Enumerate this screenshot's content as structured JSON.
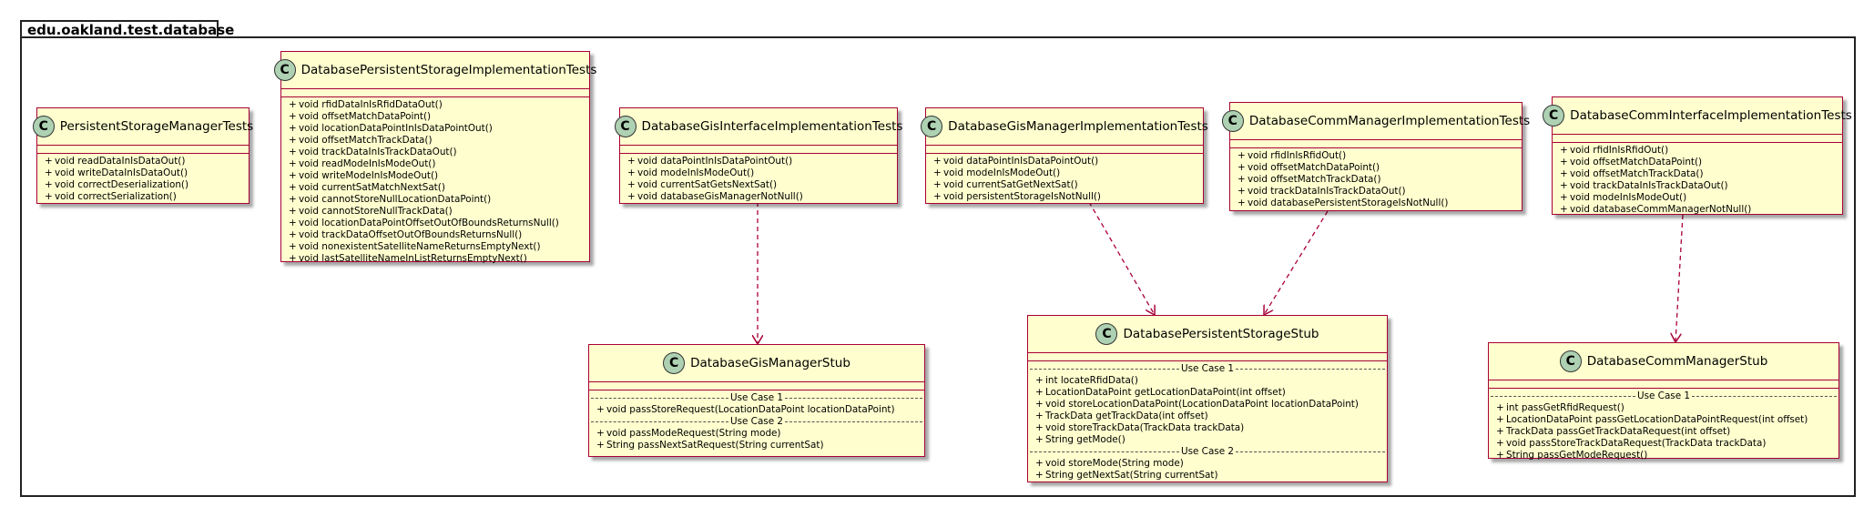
{
  "package": {
    "name": "edu.oakland.test.database"
  },
  "classes": [
    {
      "id": "psm",
      "name": "PersistentStorageManagerTests",
      "members": [
        "void readDataInIsDataOut()",
        "void writeDataInIsDataOut()",
        "void correctDeserialization()",
        "void correctSerialization()"
      ]
    },
    {
      "id": "dpsit",
      "name": "DatabasePersistentStorageImplementationTests",
      "members": [
        "void rfidDataInIsRfidDataOut()",
        "void offsetMatchDataPoint()",
        "void locationDataPointInIsDataPointOut()",
        "void offsetMatchTrackData()",
        "void trackDataInIsTrackDataOut()",
        "void readModeInIsModeOut()",
        "void writeModeInIsModeOut()",
        "void currentSatMatchNextSat()",
        "void cannotStoreNullLocationDataPoint()",
        "void cannotStoreNullTrackData()",
        "void locationDataPointOffsetOutOfBoundsReturnsNull()",
        "void trackDataOffsetOutOfBoundsReturnsNull()",
        "void nonexistentSatelliteNameReturnsEmptyNext()",
        "void lastSatelliteNameInListReturnsEmptyNext()"
      ]
    },
    {
      "id": "dgiit",
      "name": "DatabaseGisInterfaceImplementationTests",
      "members": [
        "void dataPointInIsDataPointOut()",
        "void modeInIsModeOut()",
        "void currentSatGetsNextSat()",
        "void databaseGisManagerNotNull()"
      ]
    },
    {
      "id": "dgmit",
      "name": "DatabaseGisManagerImplementationTests",
      "members": [
        "void dataPointInIsDataPointOut()",
        "void modeInIsModeOut()",
        "void currentSatGetNextSat()",
        "void persistentStorageIsNotNull()"
      ]
    },
    {
      "id": "dcmit",
      "name": "DatabaseCommManagerImplementationTests",
      "members": [
        "void rfidInIsRfidOut()",
        "void offsetMatchDataPoint()",
        "void offsetMatchTrackData()",
        "void trackDataInIsTrackDataOut()",
        "void databasePersistentStorageIsNotNull()"
      ]
    },
    {
      "id": "dciit",
      "name": "DatabaseCommInterfaceImplementationTests",
      "members": [
        "void rfidInIsRfidOut()",
        "void offsetMatchDataPoint()",
        "void offsetMatchTrackData()",
        "void trackDataInIsTrackDataOut()",
        "void modeInIsModeOut()",
        "void databaseCommManagerNotNull()"
      ]
    },
    {
      "id": "dgms",
      "name": "DatabaseGisManagerStub",
      "sections": [
        {
          "label": "Use Case 1",
          "members": [
            "void passStoreRequest(LocationDataPoint locationDataPoint)"
          ]
        },
        {
          "label": "Use Case 2",
          "members": [
            "void passModeRequest(String mode)",
            "String passNextSatRequest(String currentSat)"
          ]
        }
      ]
    },
    {
      "id": "dpss",
      "name": "DatabasePersistentStorageStub",
      "sections": [
        {
          "label": "Use Case 1",
          "members": [
            "int locateRfidData()",
            "LocationDataPoint getLocationDataPoint(int offset)",
            "void storeLocationDataPoint(LocationDataPoint locationDataPoint)",
            "TrackData getTrackData(int offset)",
            "void storeTrackData(TrackData trackData)",
            "String getMode()"
          ]
        },
        {
          "label": "Use Case 2",
          "members": [
            "void storeMode(String mode)",
            "String getNextSat(String currentSat)"
          ]
        }
      ]
    },
    {
      "id": "dcms",
      "name": "DatabaseCommManagerStub",
      "sections": [
        {
          "label": "Use Case 1",
          "members": [
            "int passGetRfidRequest()",
            "LocationDataPoint passGetLocationDataPointRequest(int offset)",
            "TrackData passGetTrackDataRequest(int offset)",
            "void passStoreTrackDataRequest(TrackData trackData)",
            "String passGetModeRequest()"
          ]
        }
      ]
    }
  ],
  "visibility_symbol": "+",
  "class_badge": "C",
  "colors": {
    "class_fill": "#fefece",
    "class_border": "#a80036",
    "badge_fill": "#add1b2",
    "arrow": "#a80036"
  }
}
